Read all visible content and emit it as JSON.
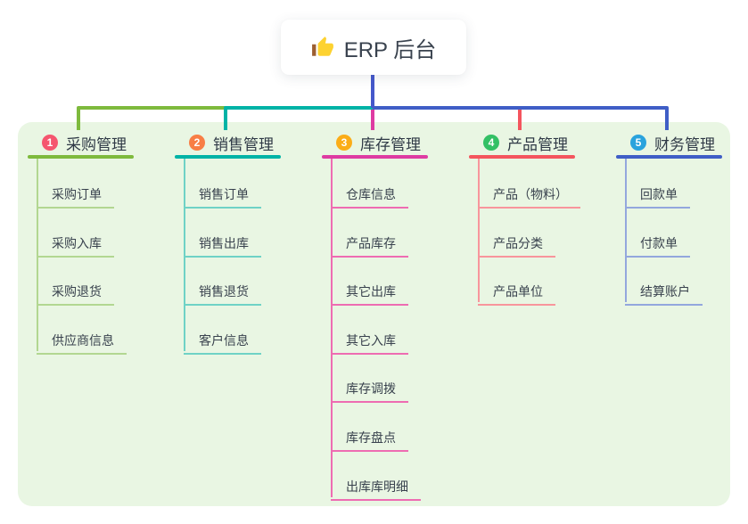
{
  "root": {
    "title": "ERP 后台",
    "icon": "thumbs-up-icon"
  },
  "branches": [
    {
      "badge": "1",
      "label": "采购管理",
      "badge_color": "#f5566f",
      "line_color": "#7eba3d",
      "item_line_color": "#b2d791",
      "items": [
        "采购订单",
        "采购入库",
        "采购退货",
        "供应商信息"
      ]
    },
    {
      "badge": "2",
      "label": "销售管理",
      "badge_color": "#f87e45",
      "line_color": "#00b3a6",
      "item_line_color": "#6fd2c6",
      "items": [
        "销售订单",
        "销售出库",
        "销售退货",
        "客户信息"
      ]
    },
    {
      "badge": "3",
      "label": "库存管理",
      "badge_color": "#fbad18",
      "line_color": "#de3ba2",
      "item_line_color": "#ee6cb2",
      "items": [
        "仓库信息",
        "产品库存",
        "其它出库",
        "其它入库",
        "库存调拨",
        "库存盘点",
        "出库库明细"
      ]
    },
    {
      "badge": "4",
      "label": "产品管理",
      "badge_color": "#33c065",
      "line_color": "#f4555e",
      "item_line_color": "#f8959c",
      "items": [
        "产品（物料）",
        "产品分类",
        "产品单位"
      ]
    },
    {
      "badge": "5",
      "label": "财务管理",
      "badge_color": "#29a3dd",
      "line_color": "#3f5ec6",
      "item_line_color": "#93a7dd",
      "items": [
        "回款单",
        "付款单",
        "结算账户"
      ]
    }
  ],
  "colors": {
    "stem": "#4558cb",
    "panel_bg": "#e9f6e3",
    "page_bg": "#ffffff",
    "title_text": "#39424e",
    "item_text": "#39424e",
    "thumb_yellow": "#fdd231",
    "thumb_cuff": "#9c5f32"
  }
}
